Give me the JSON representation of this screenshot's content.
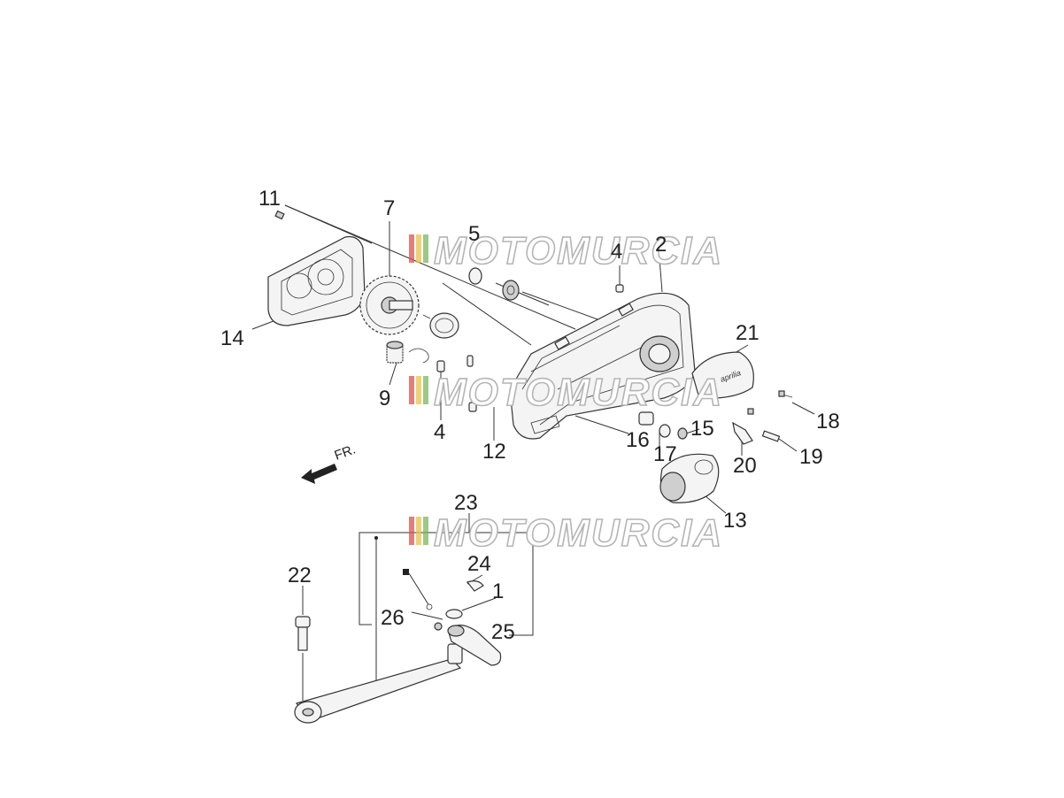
{
  "diagram": {
    "direction_label": "FR.",
    "watermark_text": "MOTOMURCIA",
    "cover_logo": "aprilia",
    "callouts": [
      "1",
      "2",
      "4",
      "4",
      "5",
      "7",
      "9",
      "11",
      "12",
      "13",
      "14",
      "15",
      "16",
      "17",
      "18",
      "19",
      "20",
      "21",
      "22",
      "23",
      "24",
      "25",
      "26"
    ],
    "colors": {
      "line": "#333333",
      "part_fill": "#f4f4f4",
      "watermark_stroke": "#b5b5b5",
      "wm_red": "#d9534f",
      "wm_yellow": "#e8c34a",
      "wm_green": "#7bb661"
    }
  }
}
